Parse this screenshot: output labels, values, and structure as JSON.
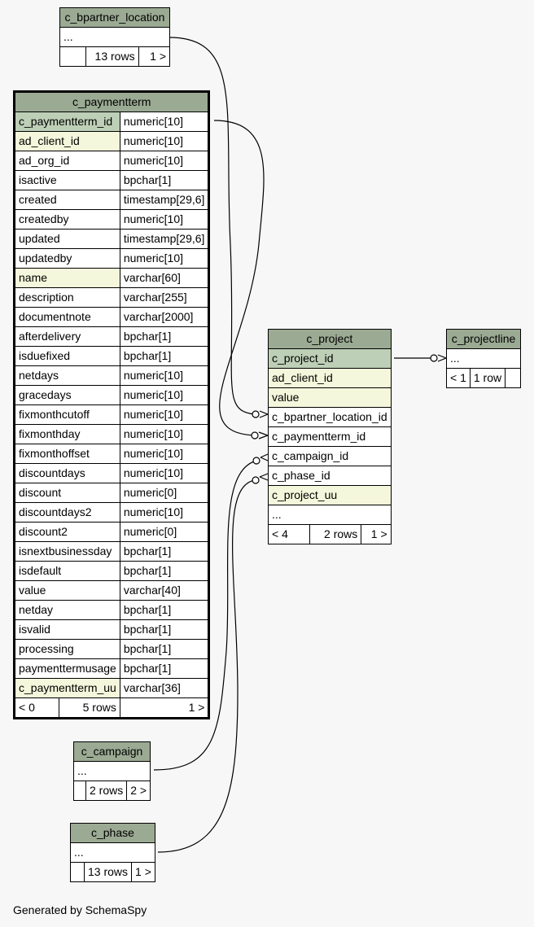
{
  "tables": {
    "c_bpartner_location": {
      "name": "c_bpartner_location",
      "ellipsis": "...",
      "rows": "13 rows",
      "parents": "",
      "children": "1 >"
    },
    "c_paymentterm": {
      "name": "c_paymentterm",
      "columns": [
        {
          "name": "c_paymentterm_id",
          "type": "numeric[10]",
          "key": "pk"
        },
        {
          "name": "ad_client_id",
          "type": "numeric[10]",
          "key": "idx"
        },
        {
          "name": "ad_org_id",
          "type": "numeric[10]",
          "key": ""
        },
        {
          "name": "isactive",
          "type": "bpchar[1]",
          "key": ""
        },
        {
          "name": "created",
          "type": "timestamp[29,6]",
          "key": ""
        },
        {
          "name": "createdby",
          "type": "numeric[10]",
          "key": ""
        },
        {
          "name": "updated",
          "type": "timestamp[29,6]",
          "key": ""
        },
        {
          "name": "updatedby",
          "type": "numeric[10]",
          "key": ""
        },
        {
          "name": "name",
          "type": "varchar[60]",
          "key": "idx"
        },
        {
          "name": "description",
          "type": "varchar[255]",
          "key": ""
        },
        {
          "name": "documentnote",
          "type": "varchar[2000]",
          "key": ""
        },
        {
          "name": "afterdelivery",
          "type": "bpchar[1]",
          "key": ""
        },
        {
          "name": "isduefixed",
          "type": "bpchar[1]",
          "key": ""
        },
        {
          "name": "netdays",
          "type": "numeric[10]",
          "key": ""
        },
        {
          "name": "gracedays",
          "type": "numeric[10]",
          "key": ""
        },
        {
          "name": "fixmonthcutoff",
          "type": "numeric[10]",
          "key": ""
        },
        {
          "name": "fixmonthday",
          "type": "numeric[10]",
          "key": ""
        },
        {
          "name": "fixmonthoffset",
          "type": "numeric[10]",
          "key": ""
        },
        {
          "name": "discountdays",
          "type": "numeric[10]",
          "key": ""
        },
        {
          "name": "discount",
          "type": "numeric[0]",
          "key": ""
        },
        {
          "name": "discountdays2",
          "type": "numeric[10]",
          "key": ""
        },
        {
          "name": "discount2",
          "type": "numeric[0]",
          "key": ""
        },
        {
          "name": "isnextbusinessday",
          "type": "bpchar[1]",
          "key": ""
        },
        {
          "name": "isdefault",
          "type": "bpchar[1]",
          "key": ""
        },
        {
          "name": "value",
          "type": "varchar[40]",
          "key": ""
        },
        {
          "name": "netday",
          "type": "bpchar[1]",
          "key": ""
        },
        {
          "name": "isvalid",
          "type": "bpchar[1]",
          "key": ""
        },
        {
          "name": "processing",
          "type": "bpchar[1]",
          "key": ""
        },
        {
          "name": "paymenttermusage",
          "type": "bpchar[1]",
          "key": ""
        },
        {
          "name": "c_paymentterm_uu",
          "type": "varchar[36]",
          "key": "idx"
        }
      ],
      "parents": "< 0",
      "rows": "5 rows",
      "children": "1 >"
    },
    "c_project": {
      "name": "c_project",
      "columns": [
        {
          "name": "c_project_id",
          "key": "pk"
        },
        {
          "name": "ad_client_id",
          "key": "idx"
        },
        {
          "name": "value",
          "key": "idx"
        },
        {
          "name": "c_bpartner_location_id",
          "key": ""
        },
        {
          "name": "c_paymentterm_id",
          "key": ""
        },
        {
          "name": "c_campaign_id",
          "key": ""
        },
        {
          "name": "c_phase_id",
          "key": ""
        },
        {
          "name": "c_project_uu",
          "key": "idx"
        }
      ],
      "ellipsis": "...",
      "parents": "< 4",
      "rows": "2 rows",
      "children": "1 >"
    },
    "c_projectline": {
      "name": "c_projectline",
      "ellipsis": "...",
      "parents": "< 1",
      "rows": "1 row",
      "children": ""
    },
    "c_campaign": {
      "name": "c_campaign",
      "ellipsis": "...",
      "parents": "",
      "rows": "2 rows",
      "children": "2 >"
    },
    "c_phase": {
      "name": "c_phase",
      "ellipsis": "...",
      "parents": "",
      "rows": "13 rows",
      "children": "1 >"
    }
  },
  "colors": {
    "header": "#9baa93",
    "primary_key": "#bdcfb6",
    "indexed": "#f4f7db",
    "background": "#f7f7f7"
  },
  "footer": "Generated by SchemaSpy"
}
